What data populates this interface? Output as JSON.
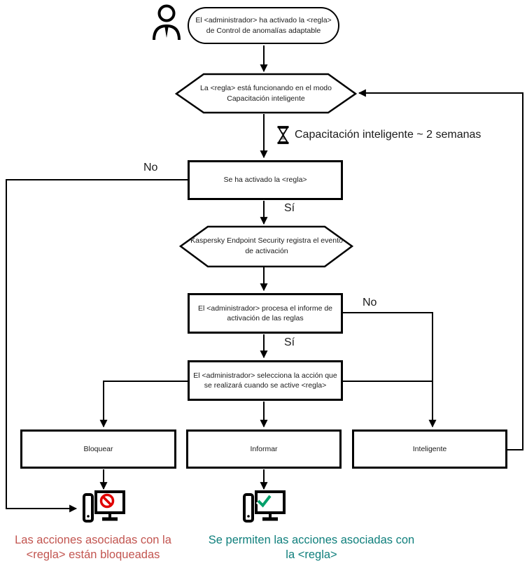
{
  "diagram": {
    "start": {
      "line1": "El <administrador> ha activado la <regla>",
      "line2": "de Control de anomalías adaptable"
    },
    "training_mode": {
      "line1": "La <regla> está funcionando en el modo",
      "line2": "Capacitación inteligente"
    },
    "training_duration": "Capacitación inteligente ~ 2 semanas",
    "rule_triggered": "Se ha activado la <regla>",
    "event_logged": {
      "line1": "Kaspersky Endpoint Security registra el evento",
      "line2": "de activación"
    },
    "process_report": {
      "line1": "El <administrador> procesa el informe de",
      "line2": "activación de las reglas"
    },
    "select_action": {
      "line1": "El <administrador> selecciona la acción que",
      "line2": "se realizará cuando se active <regla>"
    },
    "actions": {
      "block": "Bloquear",
      "inform": "Informar",
      "smart": "Inteligente"
    },
    "labels": {
      "no": "No",
      "yes": "Sí"
    },
    "outcomes": {
      "blocked": {
        "line1": "Las acciones asociadas con la",
        "line2": "<regla> están bloqueadas"
      },
      "allowed": {
        "line1": "Se permiten las acciones asociadas con",
        "line2": "la <regla>"
      }
    },
    "colors": {
      "blocked_badge": "#e00000",
      "allowed_badge": "#00a06a",
      "blocked_text": "#c25550",
      "allowed_text": "#0f7f7c"
    }
  }
}
